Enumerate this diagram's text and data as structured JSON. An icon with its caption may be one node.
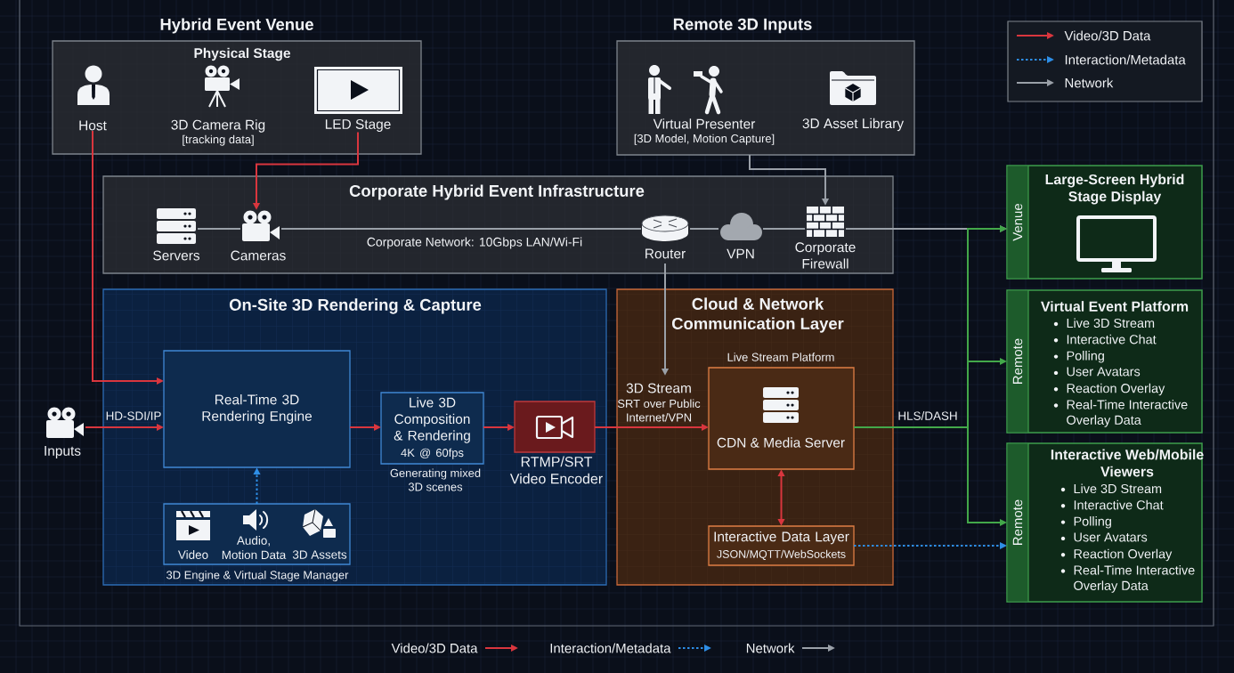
{
  "diagram": {
    "nodes": [
      {
        "text": [
          "Hybrid Event Venue",
          "Physical Stage"
        ]
      },
      {
        "text": [
          "Host"
        ],
        "in": 0
      },
      {
        "text": [
          "3D Camera Rig",
          "[tracking data]"
        ],
        "in": 0
      },
      {
        "text": [
          "LED Stage"
        ],
        "in": 0
      },
      {
        "text": [
          "Remote 3D Inputs"
        ]
      },
      {
        "text": [
          "Virtual Presenter",
          "[3D Model, Motion Capture]"
        ],
        "in": 4
      },
      {
        "text": [
          "3D Asset Library"
        ],
        "in": 4
      },
      {
        "text": [
          "Corporate Hybrid Event Infrastructure"
        ]
      },
      {
        "text": [
          "Servers"
        ],
        "in": 7
      },
      {
        "text": [
          "Cameras"
        ],
        "in": 7
      },
      {
        "text": [
          "Router"
        ],
        "in": 7
      },
      {
        "text": [
          "VPN"
        ],
        "in": 7
      },
      {
        "text": [
          "Corporate Firewall"
        ],
        "in": 7
      },
      {
        "text": [
          "On-Site 3D Rendering & Capture"
        ]
      },
      {
        "text": [
          "Real-Time 3D Rendering Engine"
        ],
        "in": 13
      },
      {
        "text": [
          "Live 3D Composition & Rendering",
          "4K @ 60fps"
        ],
        "in": 13,
        "beside": [
          "Generating mixed 3D scenes"
        ]
      },
      {
        "text": [
          "RTMP/SRT Video Encoder"
        ],
        "in": 13
      },
      {
        "text": [
          "3D Engine & Virtual Stage Manager"
        ],
        "in": 13
      },
      {
        "text": [
          "Video"
        ],
        "in": 17
      },
      {
        "text": [
          "Audio, Motion Data"
        ],
        "in": 17
      },
      {
        "text": [
          "3D Assets"
        ],
        "in": 17
      },
      {
        "text": [
          "Inputs"
        ]
      },
      {
        "text": [
          "Cloud & Network Communication Layer"
        ]
      },
      {
        "text": [
          "Live Stream Platform",
          "CDN & Media Server"
        ],
        "in": 22
      },
      {
        "text": [
          "Interactive Data Layer",
          "JSON/MQTT/WebSockets"
        ],
        "in": 22
      },
      {
        "text": [
          "Venue",
          "Large-Screen Hybrid Stage Display"
        ]
      },
      {
        "text": [
          "Remote",
          "Virtual Event Platform",
          "Live 3D Stream",
          "Interactive Chat",
          "Polling",
          "User Avatars",
          "Reaction Overlay",
          "Real-Time Interactive Overlay Data"
        ]
      },
      {
        "text": [
          "Remote",
          "Interactive Web/Mobile Viewers",
          "Live 3D Stream",
          "Interactive Chat",
          "Polling",
          "User Avatars",
          "Reaction Overlay",
          "Real-Time Interactive Overlay Data"
        ]
      }
    ],
    "edges": [
      {
        "from": 1,
        "to": 14,
        "arrow": "to",
        "color": "#d9363e"
      },
      {
        "from": 3,
        "to": 9,
        "arrow": "to",
        "color": "#d9363e"
      },
      {
        "from": 4,
        "to": 12,
        "arrow": "to",
        "color": "#9aa0a8"
      },
      {
        "from": 8,
        "to": 9,
        "arrow": "none",
        "color": "#9aa0a8"
      },
      {
        "from": 9,
        "to": 10,
        "arrow": "none",
        "label": "Corporate Network: 10Gbps LAN/Wi-Fi",
        "color": "#9aa0a8"
      },
      {
        "from": 10,
        "to": 11,
        "arrow": "none",
        "color": "#9aa0a8"
      },
      {
        "from": 11,
        "to": 12,
        "arrow": "none",
        "color": "#9aa0a8"
      },
      {
        "from": 12,
        "to": 25,
        "arrow": "to",
        "color": "#9aa0a8"
      },
      {
        "from": 10,
        "to": null,
        "arrow": "to",
        "color": "#9aa0a8"
      },
      {
        "from": 21,
        "to": 14,
        "arrow": "to",
        "label": "HD-SDI/IP",
        "color": "#d9363e"
      },
      {
        "from": 17,
        "to": 14,
        "arrow": "to",
        "style": "dashed",
        "color": "#2e8ee6"
      },
      {
        "from": 14,
        "to": 15,
        "arrow": "to",
        "color": "#d9363e"
      },
      {
        "from": 15,
        "to": 16,
        "arrow": "to",
        "color": "#d9363e"
      },
      {
        "from": 16,
        "to": 23,
        "arrow": "to",
        "label": "3D Stream",
        "color": "#d9363e"
      },
      {
        "from": 23,
        "to": 24,
        "arrow": "both",
        "color": "#d9363e"
      },
      {
        "from": 24,
        "to": 27,
        "arrow": "to",
        "style": "dashed",
        "color": "#2e8ee6"
      },
      {
        "from": 23,
        "to": 25,
        "arrow": "to",
        "label": "HLS/DASH",
        "color": "#43a84a"
      },
      {
        "from": 23,
        "to": 26,
        "arrow": "to",
        "color": "#43a84a"
      },
      {
        "from": 23,
        "to": 27,
        "arrow": "to",
        "color": "#43a84a"
      }
    ],
    "labels": [
      "SRT over Public Internet/VPN"
    ],
    "legend": [
      {
        "text": "Video/3D Data"
      },
      {
        "text": "Interaction/Metadata"
      },
      {
        "text": "Network"
      },
      {
        "text": "Video/3D Data"
      },
      {
        "text": "Interaction/Metadata"
      },
      {
        "text": "Network"
      }
    ]
  }
}
